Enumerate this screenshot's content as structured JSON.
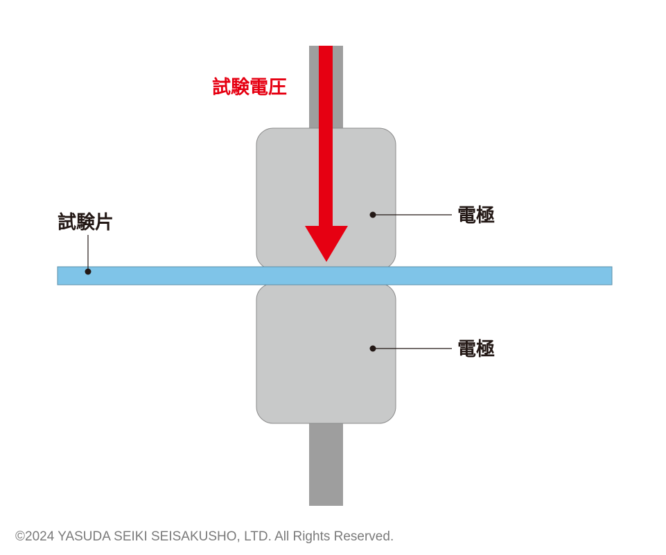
{
  "labels": {
    "test_voltage": "試験電圧",
    "specimen": "試験片",
    "upper_electrode": "電極",
    "lower_electrode": "電極"
  },
  "footer": {
    "copyright": "©2024 YASUDA SEIKI SEISAKUSHO, LTD. All Rights Reserved."
  },
  "colors": {
    "rod": "#9e9e9e",
    "electrode": "#c8c9c9",
    "electrode_border": "#8a8a8a",
    "specimen": "#7fc4e8",
    "specimen_border": "#5e8fa8",
    "arrow": "#e60012",
    "text": "#231815",
    "leader_line": "#231815"
  }
}
